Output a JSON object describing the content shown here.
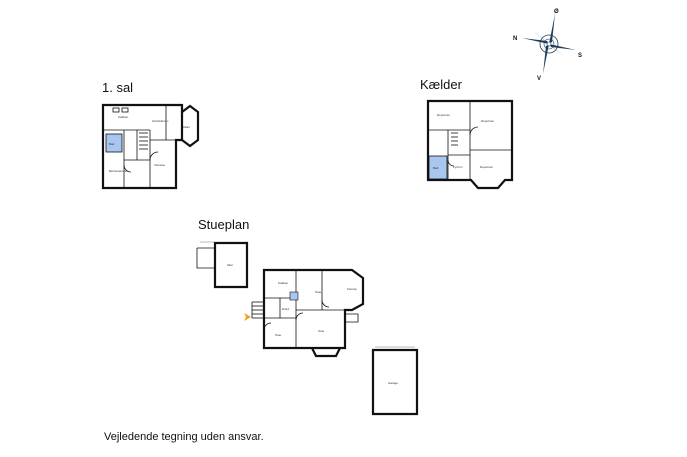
{
  "floors": {
    "first": {
      "title": "1. sal"
    },
    "basement": {
      "title": "Kælder"
    },
    "ground": {
      "title": "Stueplan"
    }
  },
  "compass": {
    "n": "N",
    "o": "Ø",
    "s": "S",
    "v": "V"
  },
  "footnote": "Vejledende tegning uden ansvar.",
  "colors": {
    "wall": "#111111",
    "bath": "#a9c6ee",
    "compass": "#1f3a5a",
    "entrance": "#f0a020"
  }
}
